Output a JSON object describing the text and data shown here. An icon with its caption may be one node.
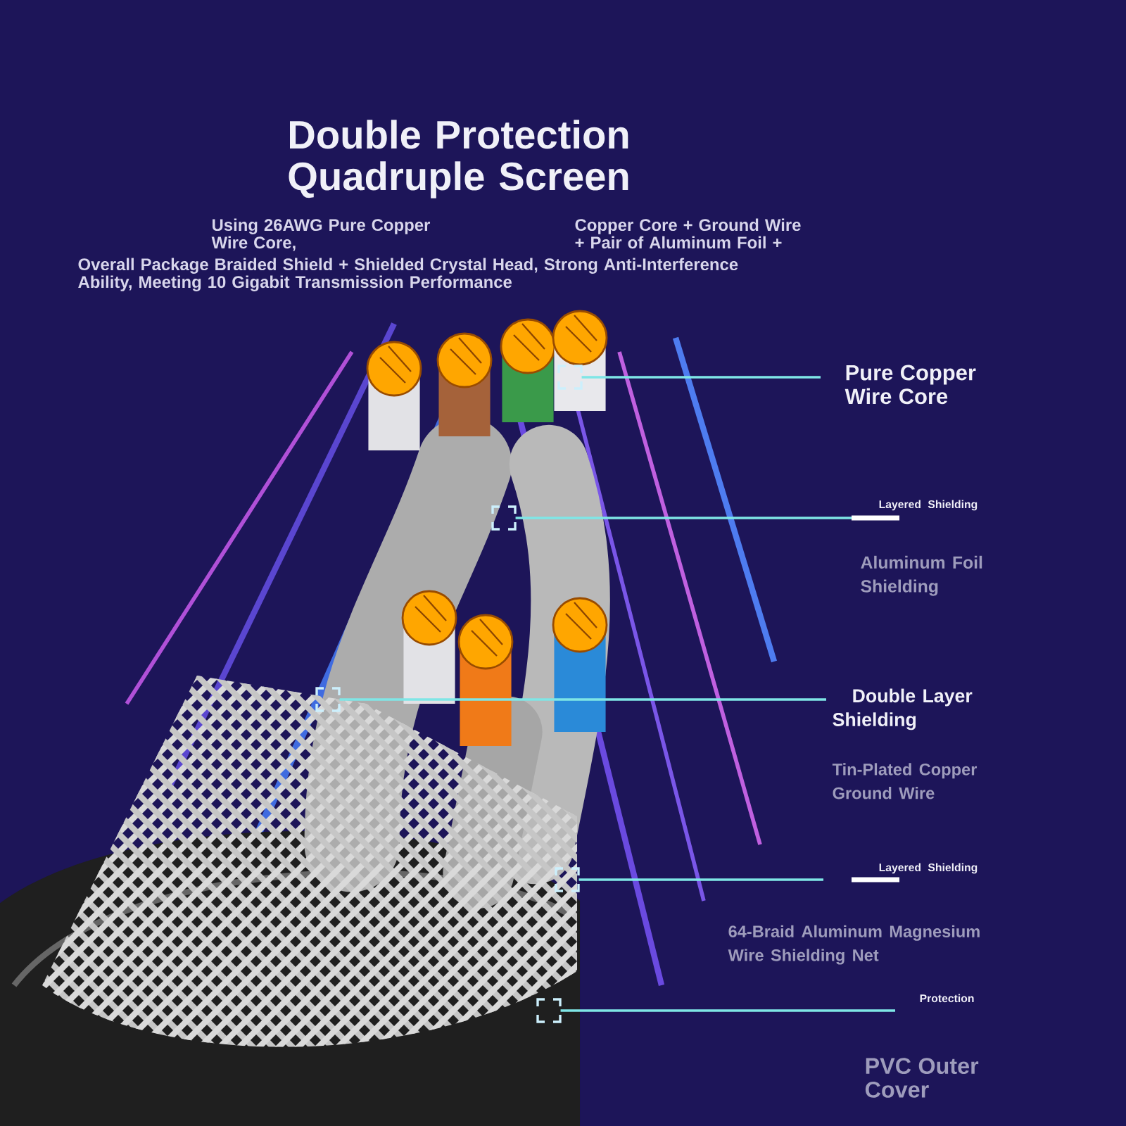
{
  "diagram": {
    "title": "Double Protection Quadruple Screen",
    "nodes": [
      {
        "text": [
          "Pure Copper Wire Core"
        ]
      },
      {
        "text": [],
        "shape": "box"
      },
      {
        "text": [
          "Layered Shielding",
          "Aluminum Foil Shielding"
        ]
      },
      {
        "text": [],
        "shape": "box"
      },
      {
        "text": [
          "Double Layer Shielding",
          "Tin-Plated Copper Ground Wire"
        ]
      },
      {
        "text": [],
        "shape": "box"
      },
      {
        "text": [
          "Layered Shielding",
          "64-Braid Aluminum Magnesium Wire Shielding Net"
        ]
      },
      {
        "text": [],
        "shape": "box"
      },
      {
        "text": [
          "Protection",
          "PVC Outer Cover"
        ]
      },
      {
        "text": [],
        "shape": "box"
      }
    ],
    "edges": [
      {
        "from": 0,
        "to": 1,
        "arrow": "none"
      },
      {
        "from": 2,
        "to": 3,
        "arrow": "none"
      },
      {
        "from": 4,
        "to": 5,
        "arrow": "none"
      },
      {
        "from": 6,
        "to": 7,
        "arrow": "none"
      },
      {
        "from": 8,
        "to": 9,
        "arrow": "none"
      }
    ],
    "labels": [
      "Using 26AWG Pure Copper Wire Core,",
      "Copper Core + Ground Wire + Pair of Aluminum Foil +",
      "Overall Package Braided Shield + Shielded Crystal Head, Strong Anti-Interference Ability, Meeting 10 Gigabit Transmission Performance"
    ]
  }
}
